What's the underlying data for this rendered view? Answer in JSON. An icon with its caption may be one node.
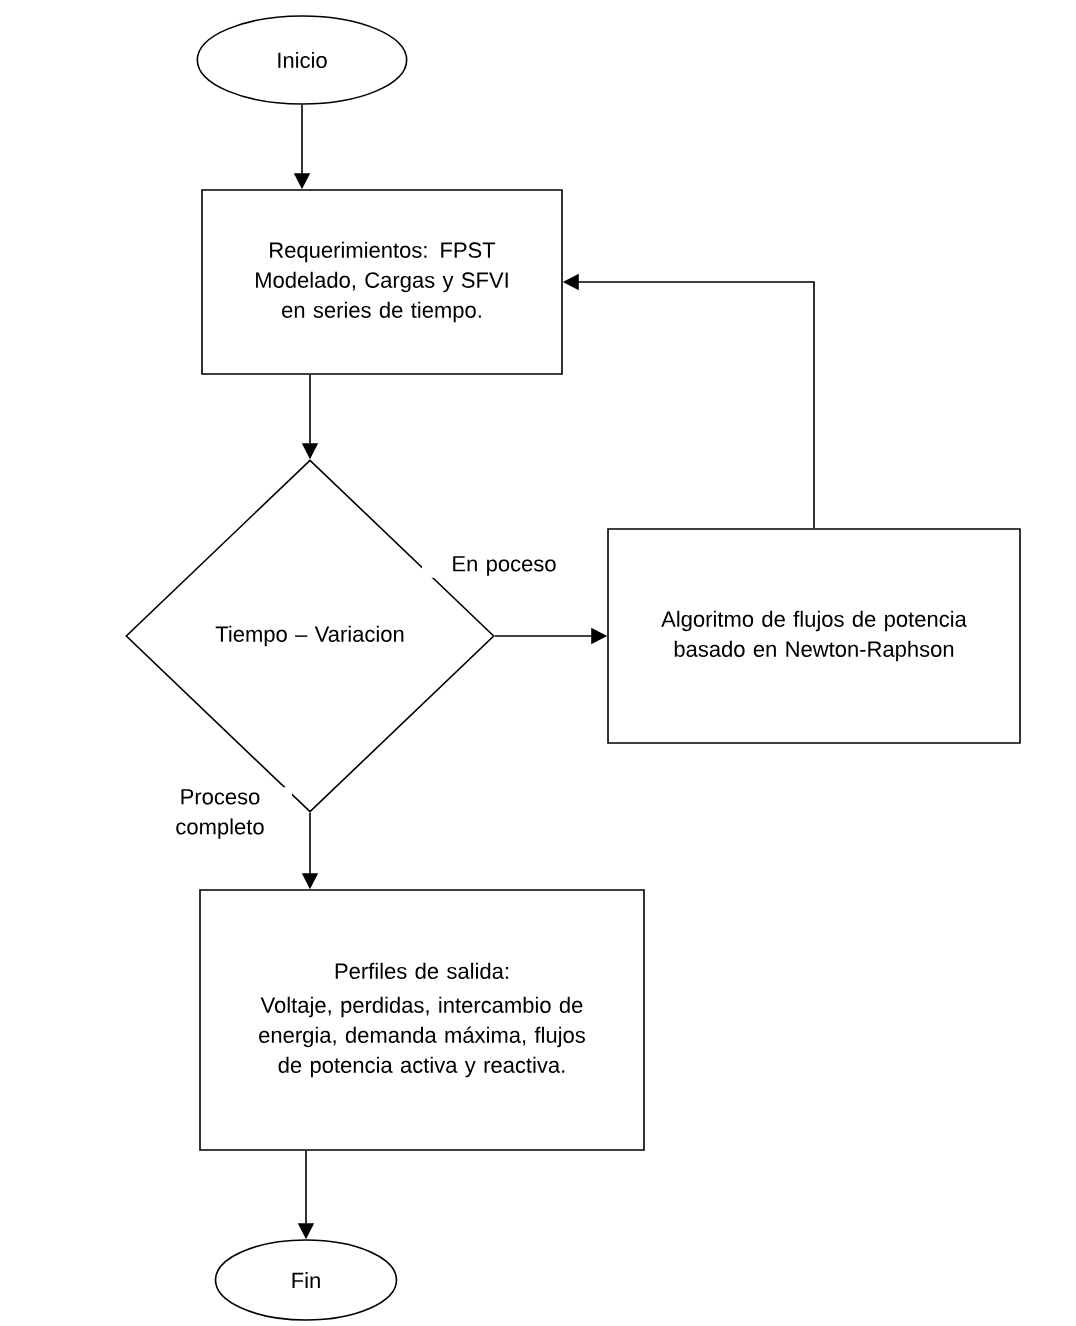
{
  "diagram": {
    "nodes": [
      {
        "text": [
          "Inicio"
        ]
      },
      {
        "text": [
          "Requerimientos: FPST Modelado, Cargas y SFVI en series de tiempo."
        ]
      },
      {
        "text": [
          "Tiempo – Variacion"
        ]
      },
      {
        "text": [
          "Algoritmo de flujos de potencia basado en Newton-Raphson"
        ]
      },
      {
        "text": [
          "Perfiles de salida:",
          "Voltaje, perdidas, intercambio de energia, demanda máxima, flujos de potencia activa y reactiva."
        ]
      },
      {
        "text": [
          "Fin"
        ]
      }
    ],
    "edges": [
      {
        "from": 0,
        "to": 1,
        "arrow": "to"
      },
      {
        "from": 1,
        "to": 2,
        "arrow": "to"
      },
      {
        "from": 2,
        "to": 3,
        "arrow": "to",
        "label": "En poceso"
      },
      {
        "from": 3,
        "to": 1,
        "arrow": "to"
      },
      {
        "from": 2,
        "to": 4,
        "arrow": "to",
        "label": "Proceso completo"
      },
      {
        "from": 4,
        "to": 5,
        "arrow": "to"
      }
    ]
  }
}
